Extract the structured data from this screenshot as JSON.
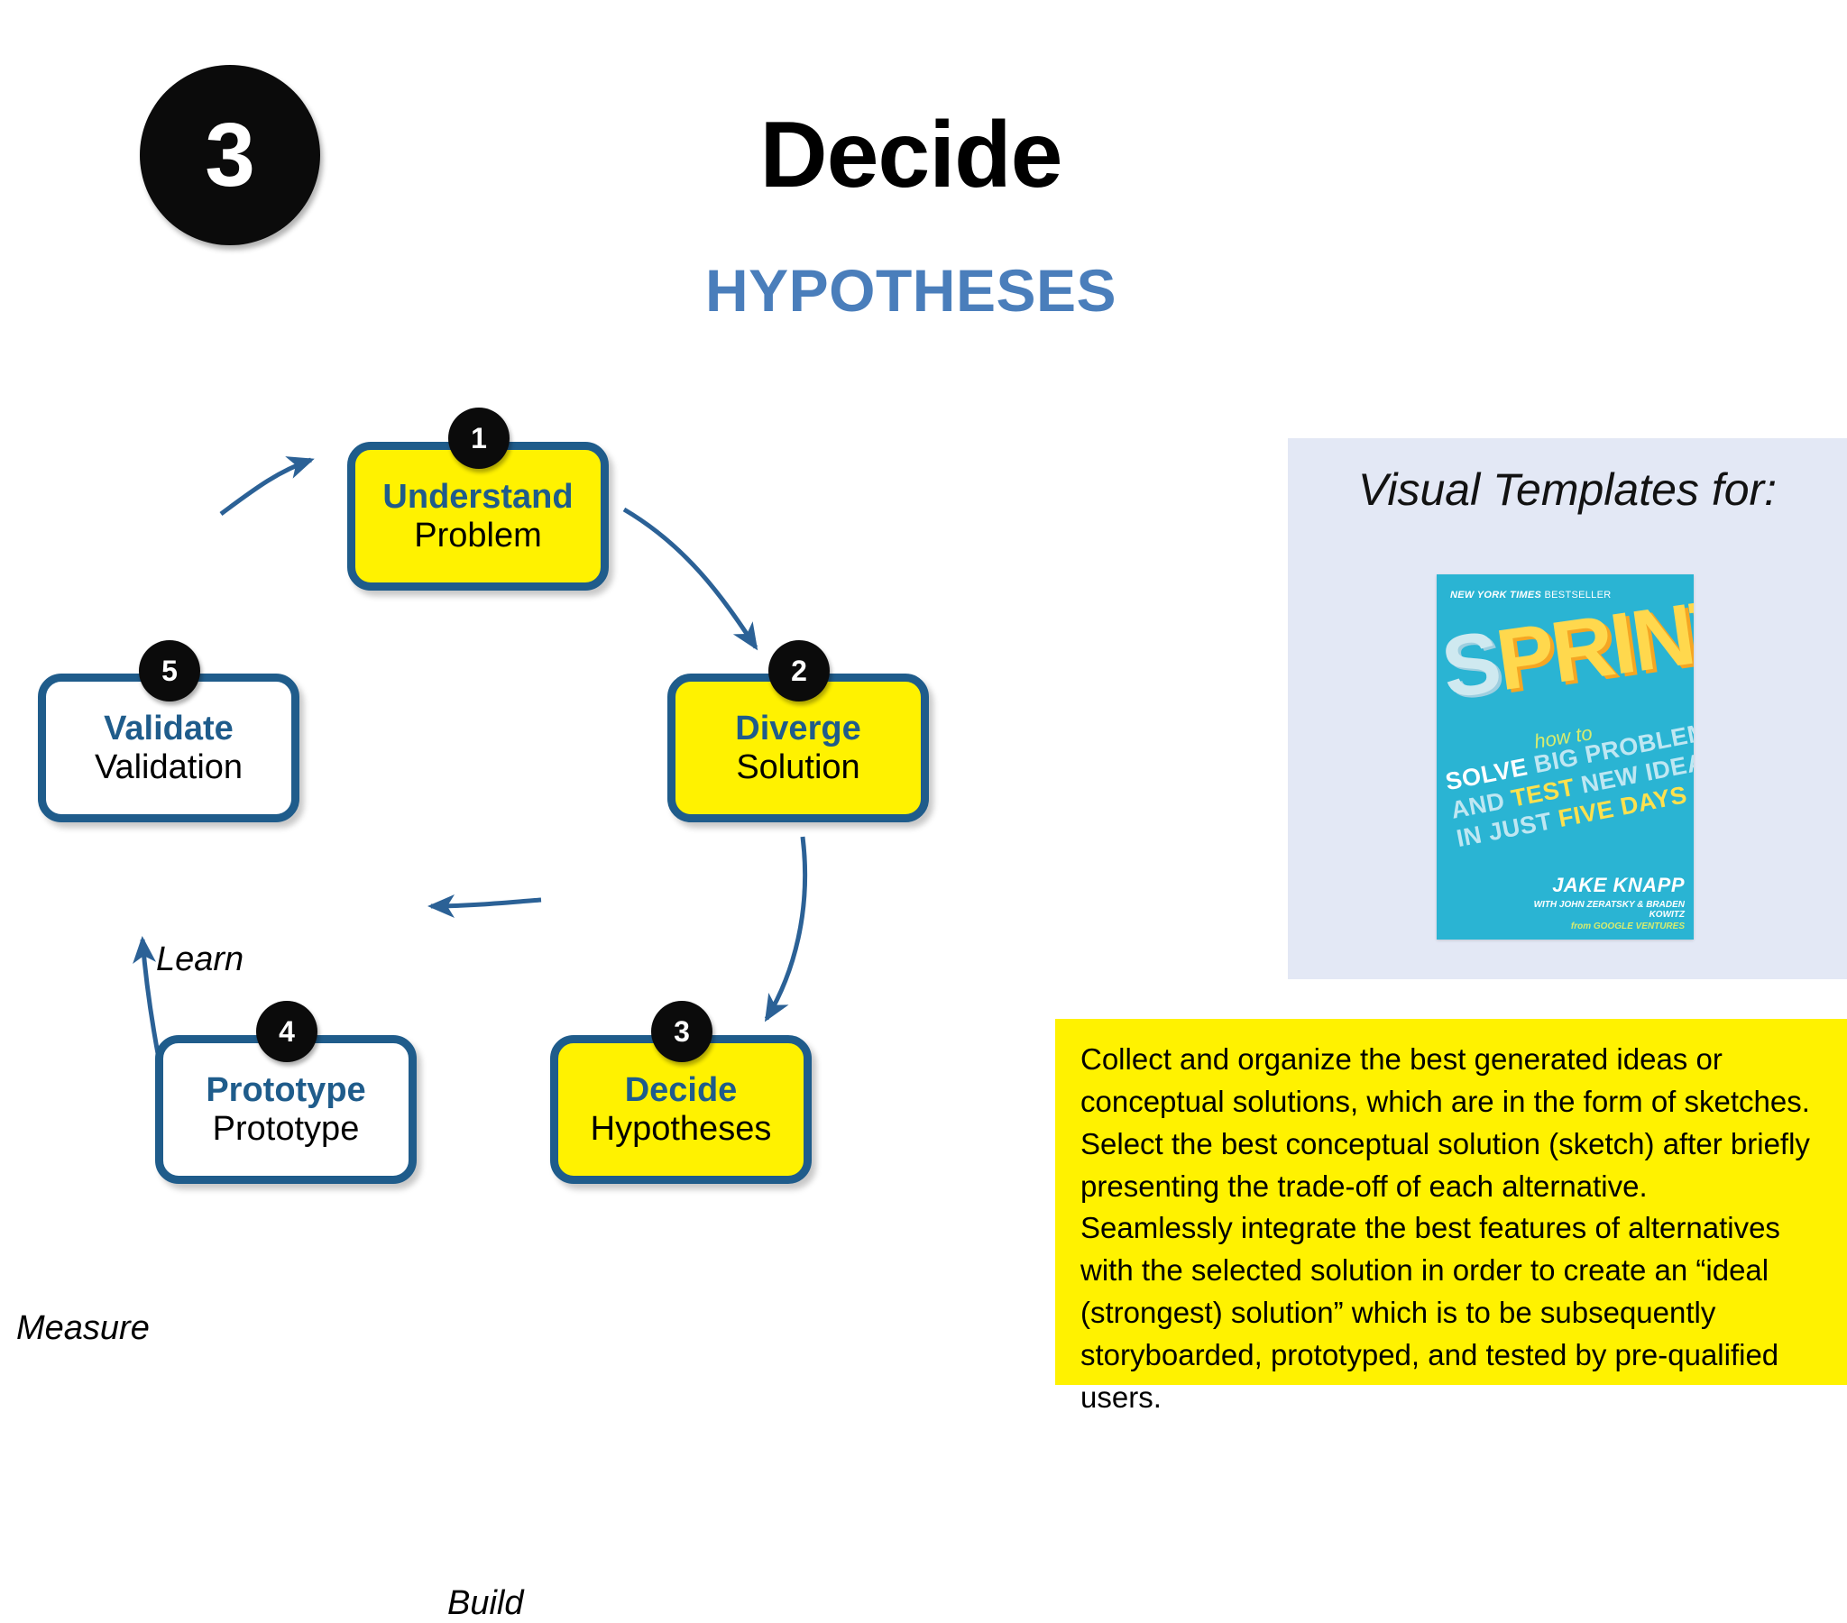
{
  "header": {
    "step_number": "3",
    "title": "Decide",
    "subtitle": "HYPOTHESES",
    "subtitle_color": "#4a7ebb"
  },
  "cycle": {
    "nodes": [
      {
        "number": "1",
        "title": "Understand",
        "subtitle": "Problem",
        "fill": "#fff200"
      },
      {
        "number": "2",
        "title": "Diverge",
        "subtitle": "Solution",
        "fill": "#fff200"
      },
      {
        "number": "3",
        "title": "Decide",
        "subtitle": "Hypotheses",
        "fill": "#fff200"
      },
      {
        "number": "4",
        "title": "Prototype",
        "subtitle": "Prototype",
        "fill": "#ffffff"
      },
      {
        "number": "5",
        "title": "Validate",
        "subtitle": "Validation",
        "fill": "#ffffff"
      }
    ],
    "edge_labels": {
      "learn": "Learn",
      "measure": "Measure",
      "build": "Build"
    },
    "border_color": "#1f5c8b",
    "arrow_color": "#2b6196",
    "title_color": "#1f5c8b"
  },
  "templates_panel": {
    "heading": "Visual Templates for:",
    "background": "#e3e8f5",
    "book": {
      "banner": "NEW YORK TIMES BESTSELLER",
      "banner_bold": "NEW YORK TIMES",
      "banner_rest": " BESTSELLER",
      "title": "SPRINT",
      "how_to": "how to",
      "tagline_line1": "SOLVE BIG PROBLEMS",
      "tagline_line2": "AND TEST NEW IDEAS",
      "tagline_line3": "IN JUST FIVE DAYS",
      "author": "JAKE KNAPP",
      "coauthors": "WITH JOHN ZERATSKY & BRADEN KOWITZ",
      "publisher": "from GOOGLE VENTURES",
      "cover_color": "#2ab4d3"
    }
  },
  "description": {
    "background": "#fff200",
    "text": "Collect and organize the best generated ideas or conceptual solutions, which are in the form of sketches.\nSelect the best conceptual solution (sketch) after briefly presenting the trade-off of each alternative.\nSeamlessly integrate the best features of alternatives with the selected solution in order to create an “ideal (strongest) solution” which is to be subsequently storyboarded, prototyped, and tested by pre-qualified users."
  }
}
